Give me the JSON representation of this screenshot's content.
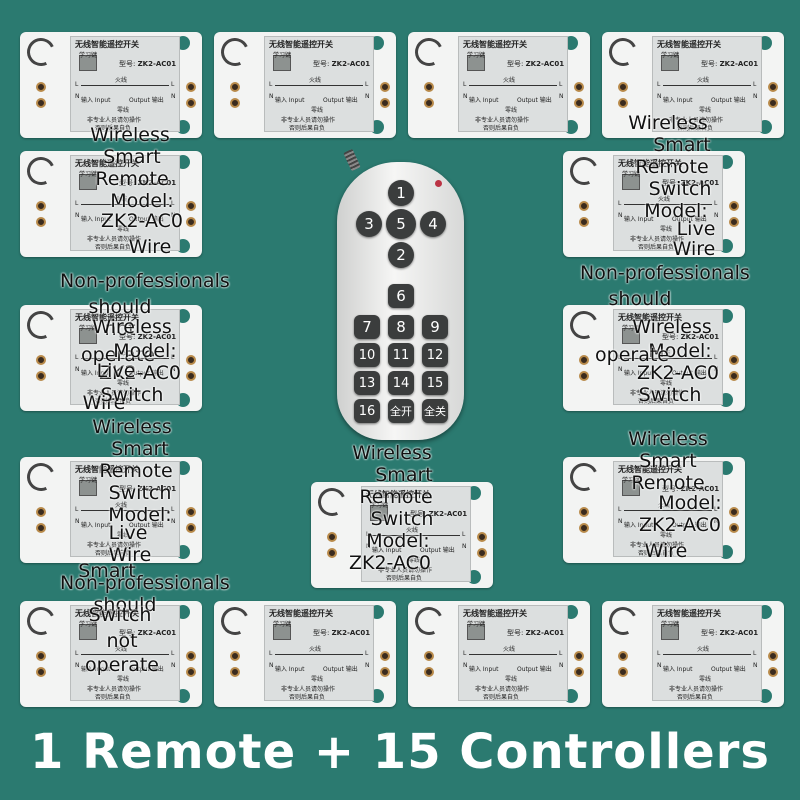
{
  "controller": {
    "title": "无线智能遥控开关",
    "learn": "学习键",
    "model_label": "型号:",
    "model": "ZK2-AC01",
    "live_wire": "火线",
    "input": "输入 Input",
    "output": "Output 输出",
    "neutral": "零线",
    "warning": "非专业人员请勿操作",
    "warning2": "否则后果自负",
    "l": "L",
    "n": "N"
  },
  "remote": {
    "keys": [
      "1",
      "2",
      "3",
      "4",
      "5",
      "6",
      "7",
      "8",
      "9",
      "10",
      "11",
      "12",
      "13",
      "14",
      "15",
      "16",
      "全开",
      "全关"
    ]
  },
  "overlays": {
    "wireless": "Wireless",
    "smart": "Smart",
    "remote": "Remote",
    "switch": "Switch",
    "model": "Model:",
    "model_code": "ZK2-AC0",
    "live": "Live",
    "wire": "Wire",
    "nonpro": "Non-professionals",
    "should": "should",
    "not": "not",
    "operate": "operate"
  },
  "caption": "1 Remote + 15 Controllers"
}
